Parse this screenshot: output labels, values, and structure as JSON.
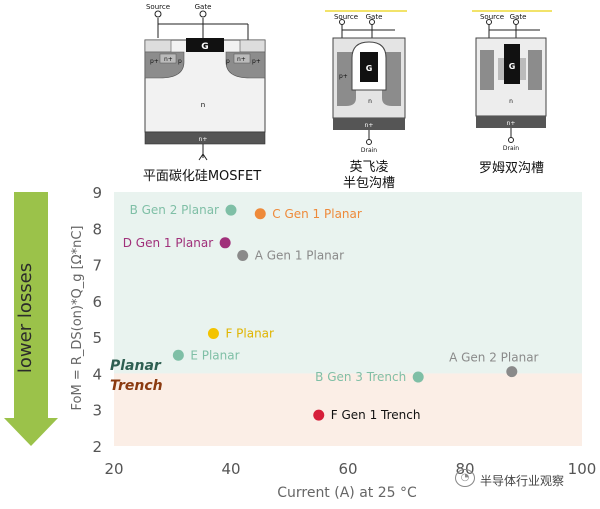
{
  "captions": {
    "planar_sic": "平面碳化硅MOSFET",
    "infineon_line1": "英飞凌",
    "infineon_line2": "半包沟槽",
    "rohm": "罗姆双沟槽"
  },
  "diagram_labels": {
    "source": "Source",
    "gate": "Gate",
    "drain": "Drain",
    "g": "G",
    "n": "n",
    "n_plus": "n+",
    "p": "p",
    "p_plus": "p+"
  },
  "arrow_label": "lower losses",
  "region_labels": {
    "planar": "Planar",
    "trench": "Trench"
  },
  "watermark": "半导体行业观察",
  "colors": {
    "planar_band": "#e9f3ef",
    "trench_band": "#fbeee6",
    "arrow": "#9bc24a",
    "planar_text": "#2f5f52",
    "trench_text": "#8b3a10"
  },
  "chart_data": {
    "type": "scatter",
    "xlabel": "Current (A) at 25 °C",
    "ylabel": "FoM = R_DS(on)*Q_g [Ω*nC]",
    "xlim": [
      20,
      100
    ],
    "ylim": [
      2,
      9
    ],
    "x_ticks": [
      20,
      40,
      60,
      80,
      100
    ],
    "y_ticks": [
      2,
      3,
      4,
      5,
      6,
      7,
      8,
      9
    ],
    "grid": false,
    "regions": [
      {
        "name": "Planar",
        "y_from": 4,
        "y_to": 9,
        "color": "#e9f3ef"
      },
      {
        "name": "Trench",
        "y_from": 2,
        "y_to": 4,
        "color": "#fbeee6"
      }
    ],
    "points": [
      {
        "label": "B Gen 2 Planar",
        "x": 40,
        "y": 8.5,
        "color": "#7fbfa6",
        "label_side": "left"
      },
      {
        "label": "C Gen 1 Planar",
        "x": 45,
        "y": 8.4,
        "color": "#ee8a3a",
        "label_side": "right"
      },
      {
        "label": "D Gen 1 Planar",
        "x": 39,
        "y": 7.6,
        "color": "#a0307a",
        "label_side": "left"
      },
      {
        "label": "A Gen 1 Planar",
        "x": 42,
        "y": 7.25,
        "color": "#8a8a8a",
        "label_side": "right"
      },
      {
        "label": "F Planar",
        "x": 37,
        "y": 5.1,
        "color": "#f3c300",
        "label_side": "right"
      },
      {
        "label": "E Planar",
        "x": 31,
        "y": 4.5,
        "color": "#7fbfa6",
        "label_side": "right"
      },
      {
        "label": "B Gen 3 Trench",
        "x": 72,
        "y": 3.9,
        "color": "#7fbfa6",
        "label_side": "left"
      },
      {
        "label": "A Gen 2 Planar",
        "x": 88,
        "y": 4.05,
        "color": "#8a8a8a",
        "label_side": "above"
      },
      {
        "label": "F Gen 1 Trench",
        "x": 55,
        "y": 2.85,
        "color": "#d61f3a",
        "label_side": "right"
      }
    ]
  }
}
